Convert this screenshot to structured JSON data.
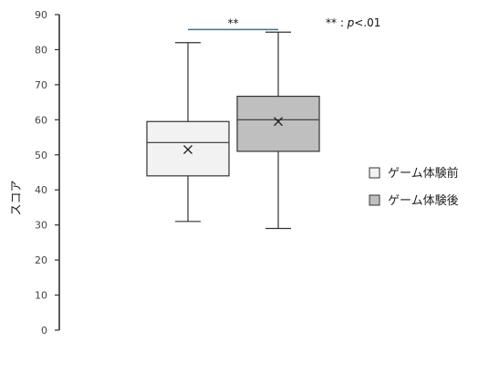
{
  "chart_data": {
    "type": "box",
    "ylabel": "スコア",
    "ylim": [
      0,
      90
    ],
    "yticks": [
      0,
      10,
      20,
      30,
      40,
      50,
      60,
      70,
      80,
      90
    ],
    "grid": false,
    "legend_position": "right",
    "series": [
      {
        "name": "ゲーム体験前",
        "color": "#f2f2f2",
        "min": 31,
        "q1": 44,
        "median": 53.5,
        "q3": 59.5,
        "max": 82,
        "mean": 51.5
      },
      {
        "name": "ゲーム体験後",
        "color": "#bfbfbf",
        "min": 29,
        "q1": 51,
        "median": 60,
        "q3": 66.7,
        "max": 85,
        "mean": 59.5
      }
    ],
    "significance": {
      "label": "**",
      "line_color": "#2e7aa0",
      "at": 86
    },
    "note": {
      "prefix": "** : ",
      "italic": "p",
      "suffix": "<.01"
    }
  }
}
